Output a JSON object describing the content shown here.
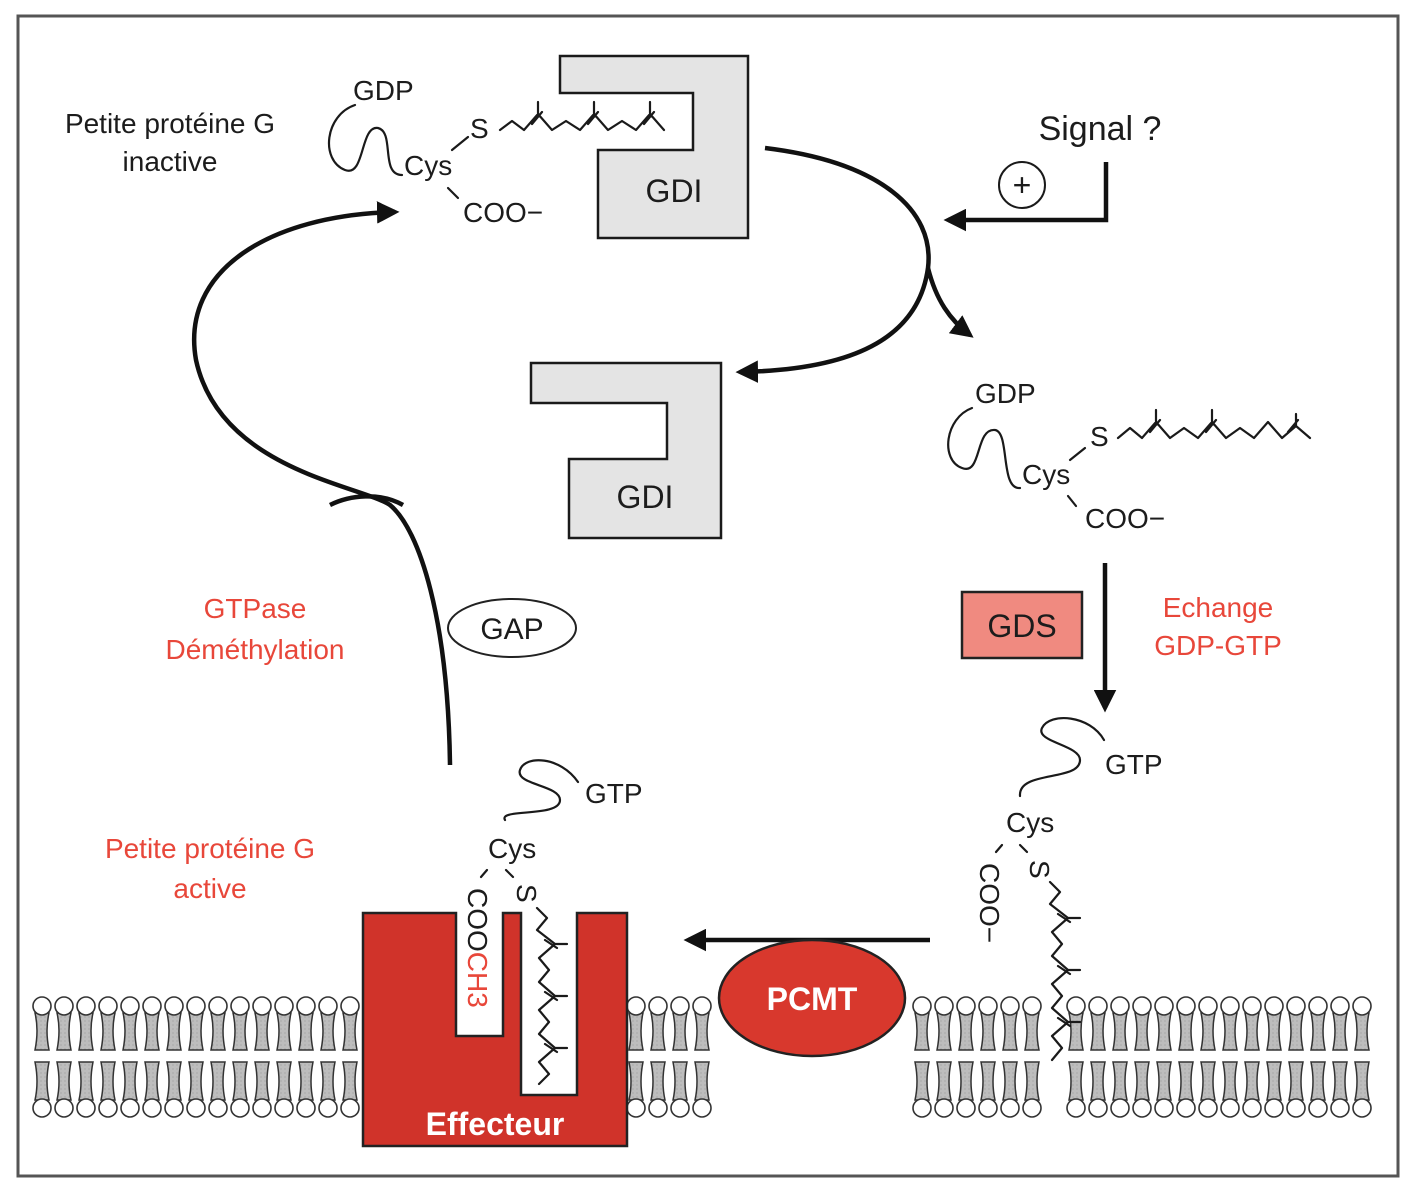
{
  "title": "Cycle de la petite protéine G prénylée",
  "colors": {
    "accent_red": "#e8473a",
    "effector_red": "#d0332a",
    "gds_fill": "#f08a80",
    "gdi_fill": "#e4e4e4",
    "lipid_tail_fill": "#bdbdbd",
    "ink": "#1a1a1a"
  },
  "inactive_state": {
    "label_line1": "Petite protéine G",
    "label_line2": "inactive",
    "nucleotide": "GDP",
    "cys": "Cys",
    "sulfur": "S",
    "carboxyl": "COO−",
    "gdi_label": "GDI"
  },
  "signal": {
    "label": "Signal ?",
    "plus_symbol": "+"
  },
  "released_gdi": {
    "label": "GDI"
  },
  "free_protein": {
    "nucleotide": "GDP",
    "cys": "Cys",
    "sulfur": "S",
    "carboxyl": "COO−"
  },
  "exchange": {
    "gds_label": "GDS",
    "label_line1": "Echange",
    "label_line2": "GDP-GTP"
  },
  "gtp_protein": {
    "nucleotide": "GTP",
    "cys": "Cys",
    "sulfur": "S",
    "carboxyl": "COO−"
  },
  "methylation": {
    "enzyme": "PCMT"
  },
  "active_state": {
    "label_line1": "Petite protéine G",
    "label_line2": "active",
    "nucleotide": "GTP",
    "cys": "Cys",
    "sulfur": "S",
    "carboxyl_prefix": "COO",
    "methyl": "CH3",
    "effector": "Effecteur"
  },
  "inactivation": {
    "label_line1": "GTPase",
    "label_line2": "Déméthylation",
    "gap_label": "GAP"
  }
}
